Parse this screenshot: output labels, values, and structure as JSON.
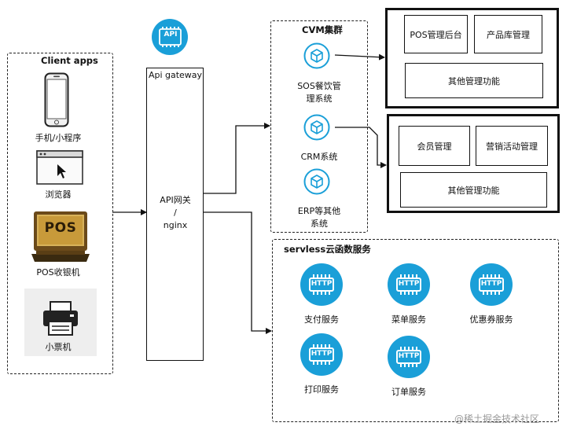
{
  "client": {
    "title": "Client apps",
    "items": [
      {
        "label": "手机/小程序",
        "icon": "smartphone-icon"
      },
      {
        "label": "浏览器",
        "icon": "browser-window-icon"
      },
      {
        "label": "POS收银机",
        "icon": "pos-terminal-icon"
      },
      {
        "label": "小票机",
        "icon": "receipt-printer-icon"
      }
    ],
    "pos_screen_text": "POS"
  },
  "gateway": {
    "icon_text": "API",
    "title": "Api gateway",
    "line1": "API网关",
    "line2": "/",
    "line3": "nginx"
  },
  "cvm": {
    "title": "CVM集群",
    "items": [
      {
        "line1": "SOS餐饮管",
        "line2": "理系统",
        "icon": "cube-icon"
      },
      {
        "line1": "CRM系统",
        "line2": "",
        "icon": "cube-icon"
      },
      {
        "line1": "ERP等其他",
        "line2": "系统",
        "icon": "cube-icon"
      }
    ]
  },
  "sos_group": {
    "boxes": [
      "POS管理后台",
      "产品库管理",
      "其他管理功能"
    ]
  },
  "crm_group": {
    "boxes": [
      "会员管理",
      "营销活动管理",
      "其他管理功能"
    ]
  },
  "serverless": {
    "title": "servless云函数服务",
    "icon_text": "HTTP",
    "items": [
      "支付服务",
      "菜单服务",
      "优惠券服务",
      "打印服务",
      "订单服务"
    ]
  },
  "watermark": "@稀土掘金技术社区",
  "colors": {
    "accent": "#1a9fd8",
    "line": "#111111",
    "pos_gold": "#c89a3a"
  }
}
